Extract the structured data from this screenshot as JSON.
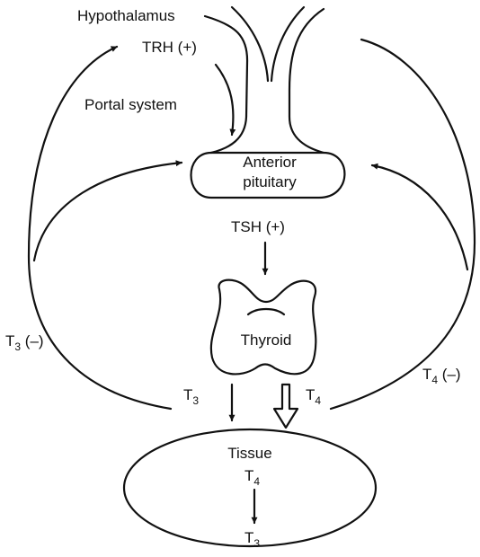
{
  "diagram": {
    "labels": {
      "hypothalamus": "Hypothalamus",
      "trh": "TRH (+)",
      "portal_system": "Portal system",
      "anterior_pituitary_line1": "Anterior",
      "anterior_pituitary_line2": "pituitary",
      "tsh": "TSH (+)",
      "thyroid": "Thyroid",
      "tissue": "Tissue",
      "t3_feedback": {
        "base": "T",
        "sub": "3",
        "suffix": " (–)"
      },
      "t4_feedback": {
        "base": "T",
        "sub": "4",
        "suffix": " (–)"
      },
      "t3_output": {
        "base": "T",
        "sub": "3"
      },
      "t4_output": {
        "base": "T",
        "sub": "4"
      },
      "tissue_t4": {
        "base": "T",
        "sub": "4"
      },
      "tissue_t3": {
        "base": "T",
        "sub": "3"
      }
    }
  }
}
